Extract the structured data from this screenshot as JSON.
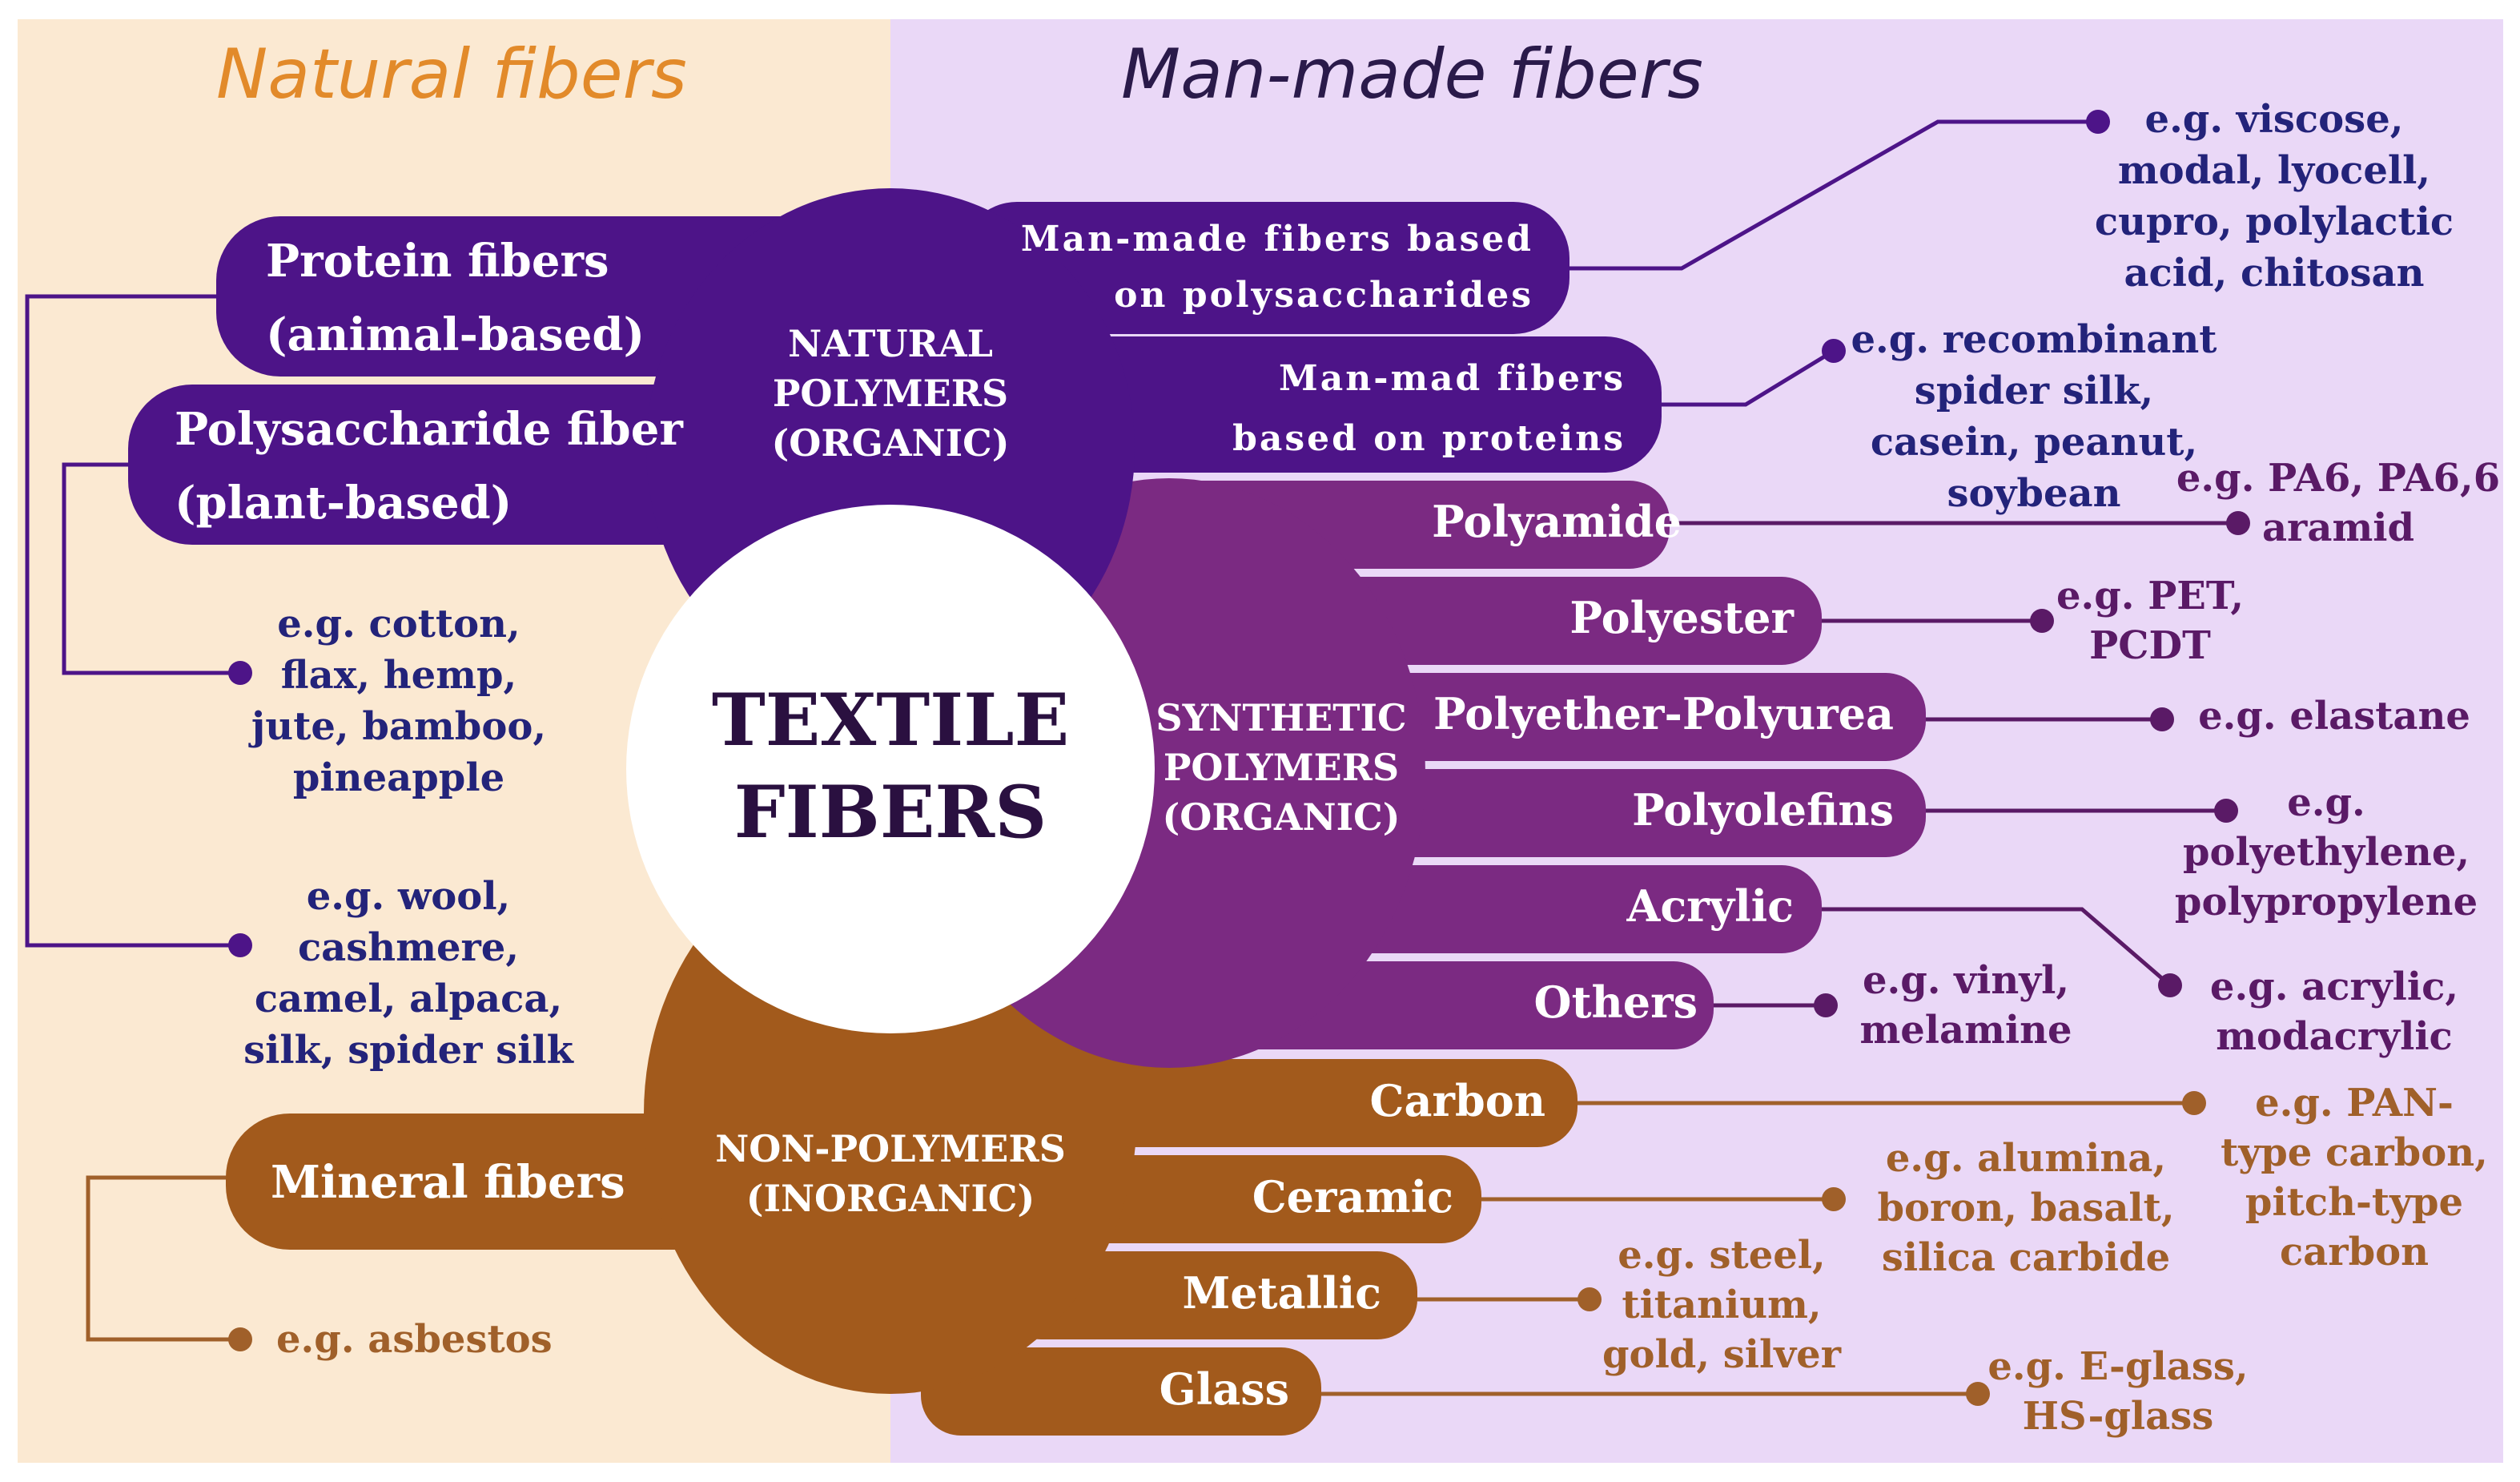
{
  "colors": {
    "natural_bg": "#fbe9d2",
    "manmade_bg": "#ead8f7",
    "natural_title": "#e28a2a",
    "manmade_title": "#2a1a4a",
    "natural_polymer": "#4d1488",
    "synthetic_polymer": "#7b2a82",
    "inorganic": "#a25a1c",
    "example_blue": "#23237a",
    "example_purple": "#5a1a66",
    "example_brown": "#a0602a",
    "center_text": "#2a1040"
  },
  "headers": {
    "natural": "Natural fibers",
    "manmade": "Man-made fibers"
  },
  "center": {
    "line1": "TEXTILE",
    "line2": "FIBERS"
  },
  "petals": {
    "natural": [
      "NATURAL",
      "POLYMERS",
      "(ORGANIC)"
    ],
    "synthetic": [
      "SYNTHETIC",
      "POLYMERS",
      "(ORGANIC)"
    ],
    "inorganic": [
      "NON-POLYMERS",
      "(INORGANIC)"
    ]
  },
  "left_pills": [
    {
      "lines": [
        "Protein fibers",
        "(animal-based)"
      ]
    },
    {
      "lines": [
        "Polysaccharide fiber",
        "(plant-based)"
      ]
    },
    {
      "lines": [
        "Mineral fibers"
      ]
    }
  ],
  "left_examples": [
    {
      "lines": [
        "e.g. cotton,",
        "flax, hemp,",
        "jute, bamboo,",
        "pineapple"
      ]
    },
    {
      "lines": [
        "e.g. wool,",
        "cashmere,",
        "camel, alpaca,",
        "silk, spider silk"
      ]
    },
    {
      "lines": [
        "e.g. asbestos"
      ]
    }
  ],
  "right_pills": [
    {
      "lines": [
        "Man-made fibers based",
        "on polysaccharides"
      ]
    },
    {
      "lines": [
        "Man-mad fibers",
        "based on proteins"
      ]
    },
    {
      "lines": [
        "Polyamide"
      ]
    },
    {
      "lines": [
        "Polyester"
      ]
    },
    {
      "lines": [
        "Polyether-Polyurea"
      ]
    },
    {
      "lines": [
        "Polyolefins"
      ]
    },
    {
      "lines": [
        "Acrylic"
      ]
    },
    {
      "lines": [
        "Others"
      ]
    },
    {
      "lines": [
        "Carbon"
      ]
    },
    {
      "lines": [
        "Ceramic"
      ]
    },
    {
      "lines": [
        "Metallic"
      ]
    },
    {
      "lines": [
        "Glass"
      ]
    }
  ],
  "right_examples": [
    {
      "lines": [
        "e.g. viscose,",
        "modal, lyocell,",
        "cupro, polylactic",
        "acid, chitosan"
      ]
    },
    {
      "lines": [
        "e.g. recombinant",
        "spider silk,",
        "casein, peanut,",
        "soybean"
      ]
    },
    {
      "lines": [
        "e.g. PA6, PA6,6",
        "aramid"
      ]
    },
    {
      "lines": [
        "e.g. PET,",
        "PCDT"
      ]
    },
    {
      "lines": [
        "e.g. elastane"
      ]
    },
    {
      "lines": [
        "e.g.",
        "polyethylene,",
        "polypropylene"
      ]
    },
    {
      "lines": [
        "e.g. acrylic,",
        "modacrylic"
      ]
    },
    {
      "lines": [
        "e.g. vinyl,",
        "melamine"
      ]
    },
    {
      "lines": [
        "e.g. PAN-",
        "type carbon,",
        "pitch-type",
        "carbon"
      ]
    },
    {
      "lines": [
        "e.g. alumina,",
        "boron, basalt,",
        "silica carbide"
      ]
    },
    {
      "lines": [
        "e.g. steel,",
        "titanium,",
        "gold, silver"
      ]
    },
    {
      "lines": [
        "e.g. E-glass,",
        "HS-glass"
      ]
    }
  ]
}
